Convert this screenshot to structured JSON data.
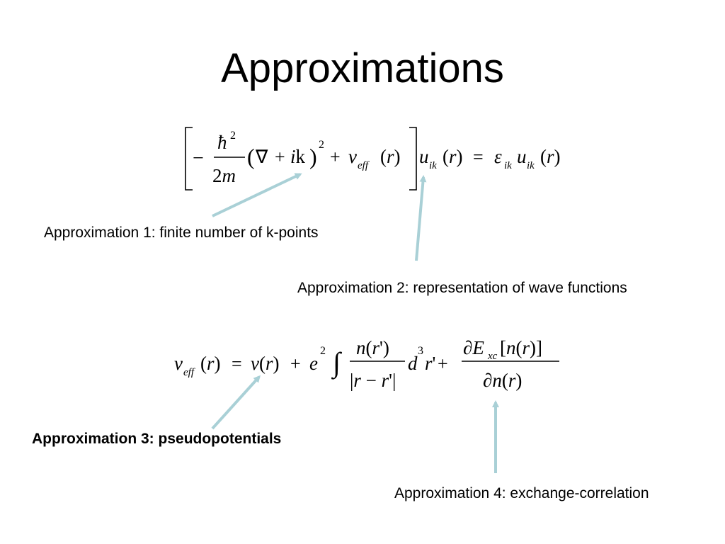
{
  "slide": {
    "title": "Approximations",
    "annotations": [
      {
        "id": "a1",
        "text": "Approximation 1: finite number of k-points",
        "bold": false
      },
      {
        "id": "a2",
        "text": "Approximation 2: representation of wave functions",
        "bold": false
      },
      {
        "id": "a3",
        "text": "Approximation 3: pseudopotentials",
        "bold": true
      },
      {
        "id": "a4",
        "text": "Approximation 4: exchange-correlation",
        "bold": false
      }
    ],
    "arrow_color": "#a9d0d6"
  },
  "equations": {
    "kohn_sham": "[ −(ħ²/2m)(∇ + ik)² + v_eff(r) ] u_ik(r) = ε_ik u_ik(r)",
    "effective_potential": "v_eff(r) = v(r) + e² ∫ n(r')/|r − r'| d³r' + ∂E_xc[n(r)]/∂n(r)"
  }
}
